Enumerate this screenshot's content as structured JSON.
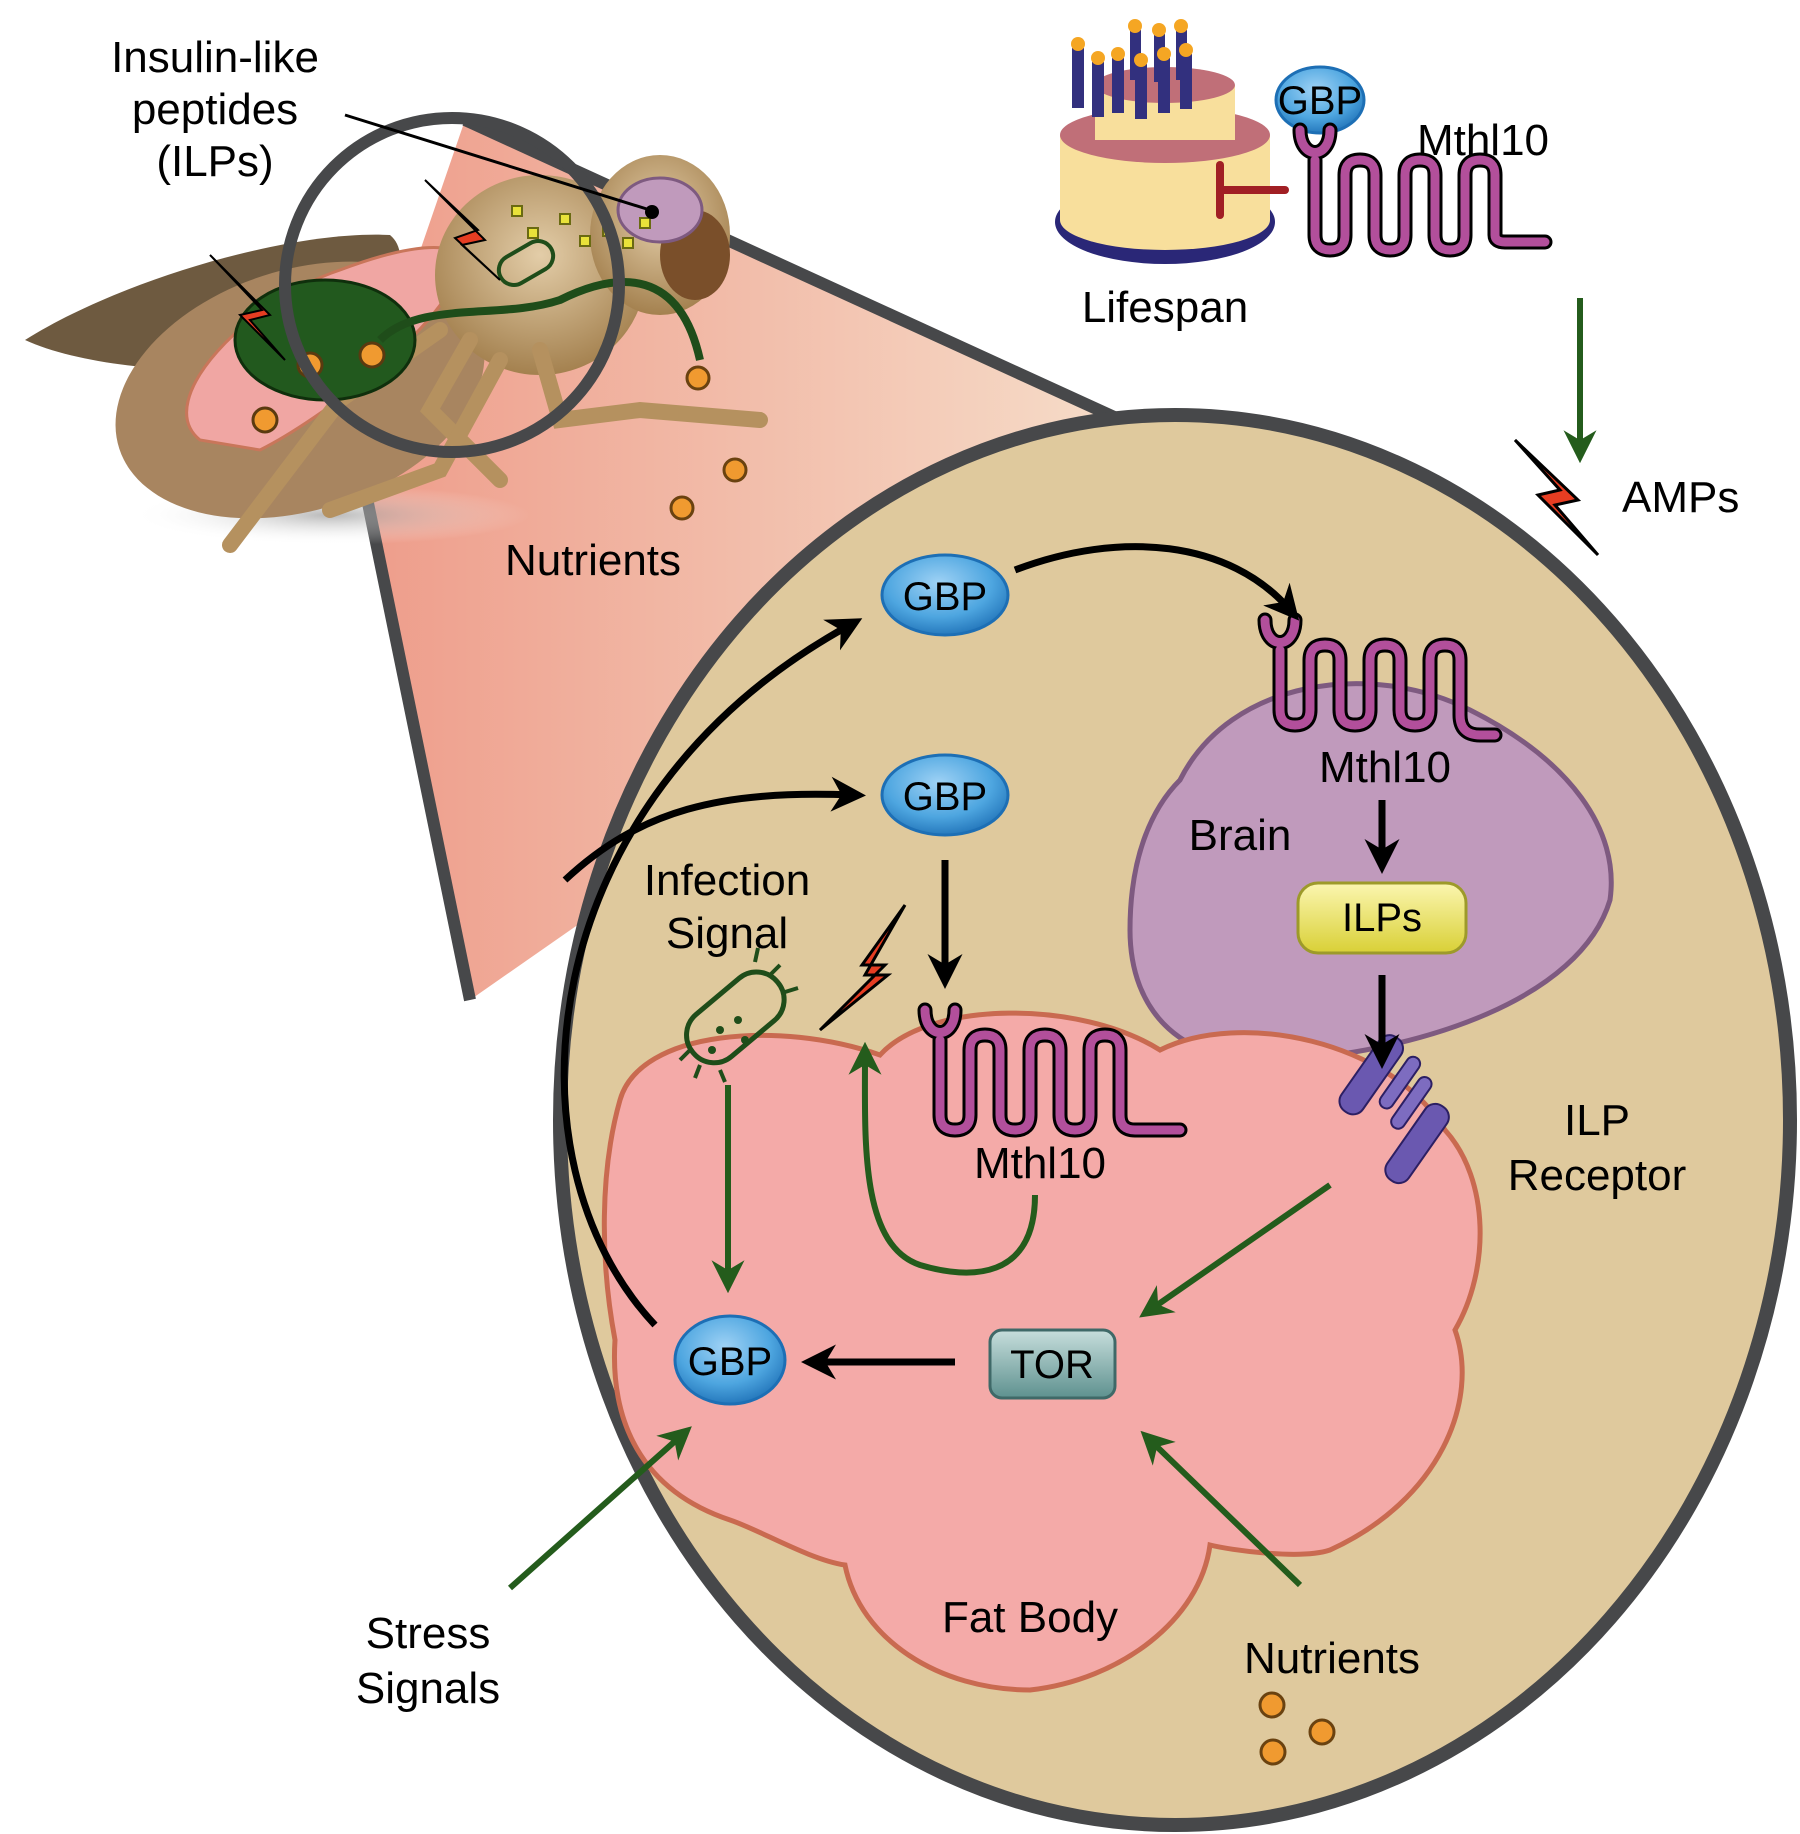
{
  "colors": {
    "background": "#ffffff",
    "zoom_outline": "#47484a",
    "zoom_cone": "#f2a596",
    "cell_background": "#dfc99d",
    "fat_body_fill": "#f4aaa8",
    "fat_body_stroke": "#c96a50",
    "brain_fill": "#c09abc",
    "brain_stroke": "#7e5a80",
    "gbp_fill": "#4ea6e0",
    "receptor_fill": "#b24f9b",
    "ilps_fill": "#ede55a",
    "tor_fill": "#7aaaa8",
    "ilp_receptor_fill": "#5b4aa0",
    "activation_arrow": "#000000",
    "green_arrow": "#245c1c",
    "inhibition_bar": "#a11f24",
    "lightning": "#e63d22",
    "nutrient": "#f09a30",
    "fly_body": "#b08a60"
  },
  "fly_panel": {
    "ilps_callout": [
      "Insulin-like",
      "peptides",
      "(ILPs)"
    ],
    "nutrients_label": "Nutrients"
  },
  "summary_panel": {
    "lifespan_label": "Lifespan",
    "gbp_label": "GBP",
    "receptor_label": "Mthl10",
    "amps_label": "AMPs",
    "inhibits_relation": "Mthl10 inhibits Lifespan",
    "activates_relation": "Mthl10 activates AMPs"
  },
  "cell_panel": {
    "gbp_top": "GBP",
    "gbp_middle": "GBP",
    "gbp_fat_body": "GBP",
    "brain_label": "Brain",
    "brain_receptor_label": "Mthl10",
    "ilps_label": "ILPs",
    "infection_label": [
      "Infection",
      "Signal"
    ],
    "fat_body_receptor_label": "Mthl10",
    "ilp_receptor_label": [
      "ILP",
      "Receptor"
    ],
    "tor_label": "TOR",
    "fat_body_label": "Fat Body",
    "stress_label": [
      "Stress",
      "Signals"
    ],
    "nutrients_label": "Nutrients"
  }
}
